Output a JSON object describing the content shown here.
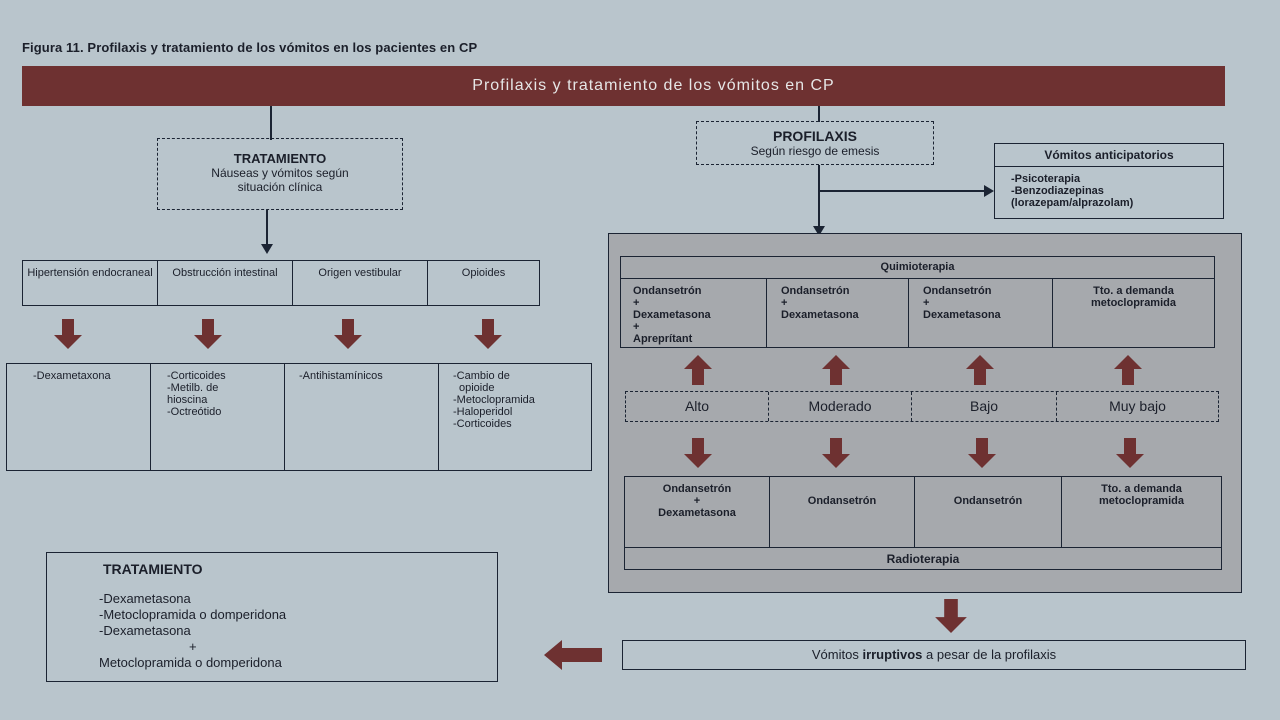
{
  "caption": {
    "label": "Figura 11.",
    "text": "Profilaxis y tratamiento de los vómitos en los pacientes en CP"
  },
  "banner": {
    "title": "Profilaxis y tratamiento de los vómitos en CP"
  },
  "colors": {
    "banner": "#6e3131",
    "arrow": "#6e3131",
    "panel": "#a6a9ad",
    "background": "#b9c5cc"
  },
  "tratamiento_box": {
    "title": "TRATAMIENTO",
    "line1": "Náuseas y vómitos según",
    "line2": "situación clínica"
  },
  "causes": [
    {
      "label": "Hipertensión endocraneal",
      "treatment": [
        "-Dexametaxona"
      ]
    },
    {
      "label": "Obstrucción intestinal",
      "treatment": [
        "-Corticoides",
        "-Metilb. de",
        "hioscina",
        "-Octreótido"
      ]
    },
    {
      "label": "Origen vestibular",
      "treatment": [
        "-Antihistamínicos"
      ]
    },
    {
      "label": "Opioides",
      "treatment": [
        "-Cambio de",
        "opioide",
        "-Metoclopramida",
        "-Haloperidol",
        "-Corticoides"
      ]
    }
  ],
  "profilaxis_box": {
    "title": "PROFILAXIS",
    "subtitle": "Según riesgo de emesis"
  },
  "anticipatorios": {
    "title": "Vómitos anticipatorios",
    "items": [
      "-Psicoterapia",
      "-Benzodiazepinas",
      "(lorazepam/alprazolam)"
    ]
  },
  "quimio": {
    "title": "Quimioterapia",
    "cells": [
      [
        "Ondansetrón",
        "+",
        "Dexametasona",
        "+",
        "Apreprítant"
      ],
      [
        "Ondansetrón",
        "+",
        "Dexametasona"
      ],
      [
        "Ondansetrón",
        "+",
        "Dexametasona"
      ],
      [
        "Tto. a demanda",
        "metoclopramida"
      ]
    ]
  },
  "risk_levels": [
    "Alto",
    "Moderado",
    "Bajo",
    "Muy bajo"
  ],
  "radio": {
    "title": "Radioterapia",
    "cells": [
      [
        "Ondansetrón",
        "+",
        "Dexametasona"
      ],
      [
        "Ondansetrón"
      ],
      [
        "Ondansetrón"
      ],
      [
        "Tto. a demanda",
        "metoclopramida"
      ]
    ]
  },
  "irruptivos": {
    "pre": "Vómitos ",
    "bold": "irruptivos",
    "post": " a pesar de la profilaxis"
  },
  "tratamiento_final": {
    "title": "TRATAMIENTO",
    "items": [
      "-Dexametasona",
      "-Metoclopramida o domperidona",
      "-Dexametasona",
      "+",
      "Metoclopramida o domperidona"
    ]
  }
}
